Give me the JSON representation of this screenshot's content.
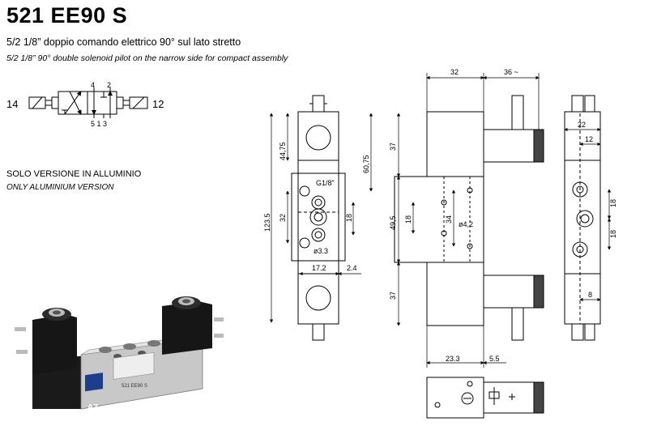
{
  "header": {
    "title": "521 EE90 S",
    "subtitle_it": "5/2 1/8” doppio comando elettrico 90° sul lato stretto",
    "subtitle_en": "5/2 1/8” 90° double solenoid pilot on the narrow side for compact assembly"
  },
  "version": {
    "it": "SOLO VERSIONE IN ALLUMINIO",
    "en": "ONLY ALUMINIUM VERSION"
  },
  "symbol": {
    "port_14": "14",
    "port_12": "12",
    "port_4": "4",
    "port_2": "2",
    "ports_bottom": "5 1 3"
  },
  "product_photo": {
    "logo": "AZ",
    "model_plate": "521 EE90 S"
  },
  "dimensions": {
    "total_height": "123.5",
    "coil_height": "44,75",
    "top_to_port": "60,75",
    "port_spacing_32": "32",
    "port_18": "18",
    "g_thread": "G1/8\"",
    "hole_33": "ø3.3",
    "width_172": "17.2",
    "offset_24": "2.4",
    "body_width_32": "32",
    "coil_depth": "36 ~",
    "coil_37_top": "37",
    "coil_37_bottom": "37",
    "mid_495": "49,5",
    "mid_18": "18",
    "mid_34": "34",
    "hole_42": "ø4,2",
    "base_233": "23.3",
    "base_55": "5.5",
    "side_22": "22",
    "side_12": "12",
    "side_18a": "18",
    "side_18b": "18",
    "side_8": "8"
  }
}
